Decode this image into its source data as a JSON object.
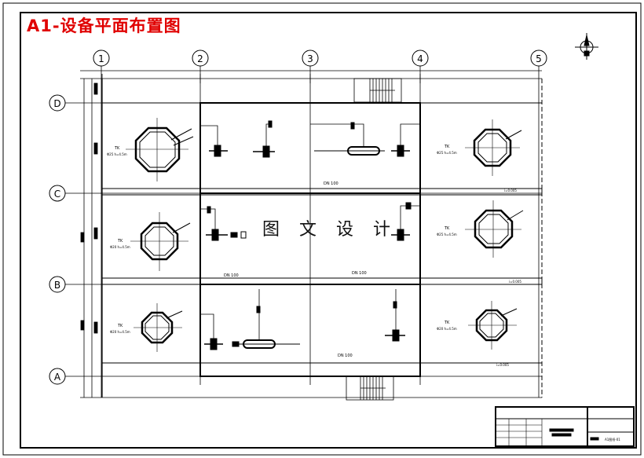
{
  "title": "A1-设备平面布置图",
  "watermark": "图 文 设 计",
  "column_axes": [
    "1",
    "2",
    "3",
    "4",
    "5"
  ],
  "row_axes": [
    "D",
    "C",
    "B",
    "A"
  ],
  "tanks": [
    {
      "label": "TK",
      "sub": "Φ25 h=4.5m"
    },
    {
      "label": "TK",
      "sub": "Φ25 h=4.5m"
    },
    {
      "label": "TK",
      "sub": "Φ20 h=4.5m"
    },
    {
      "label": "TK",
      "sub": "Φ25 h=4.5m"
    },
    {
      "label": "TK",
      "sub": "Φ20 h=4.5m"
    },
    {
      "label": "TK",
      "sub": "Φ20 h=4.5m"
    }
  ],
  "pipe_labels": [
    "DN 100",
    "DN 100",
    "DN 100",
    "DN 100"
  ],
  "slope_labels": [
    "i=0.005",
    "i=0.005",
    "i=0.005"
  ],
  "title_block": {
    "drawing_no": "A1图纸-01"
  }
}
